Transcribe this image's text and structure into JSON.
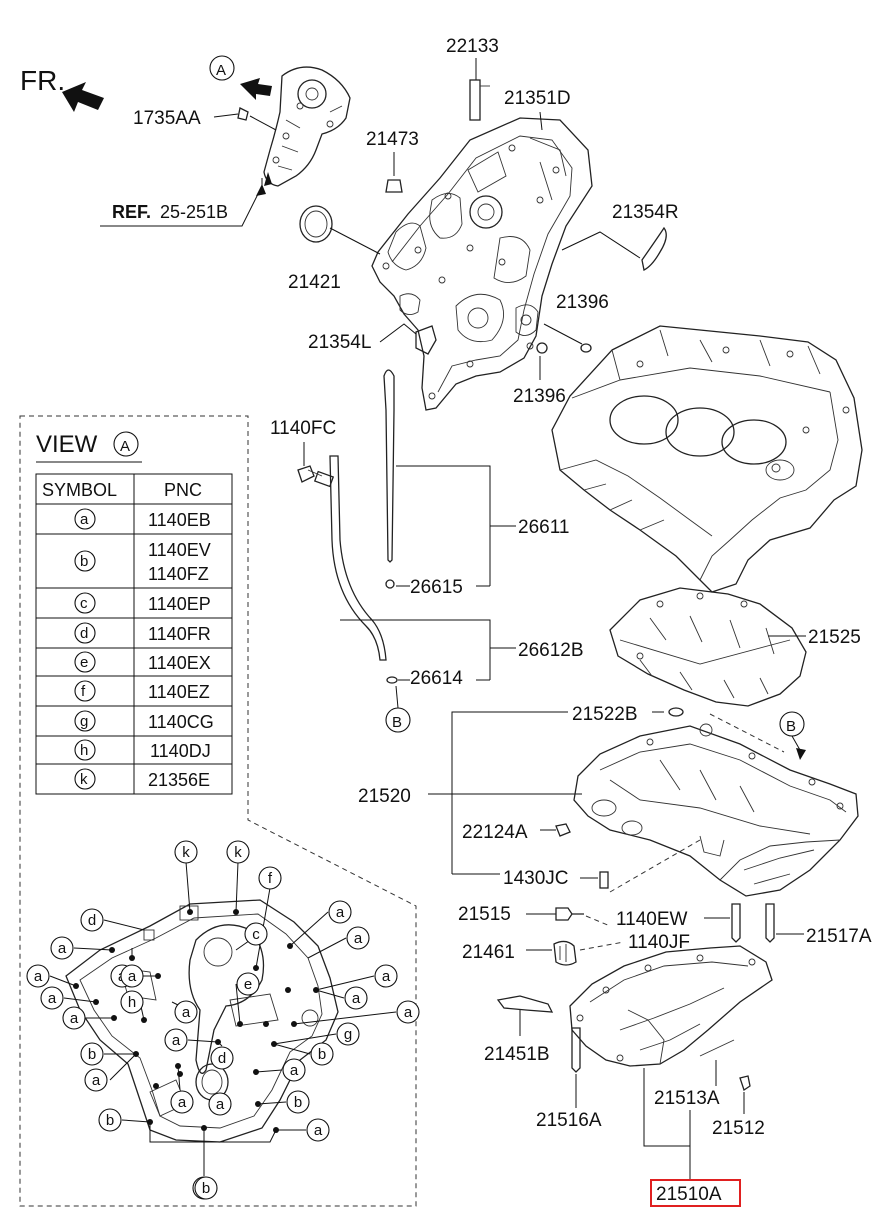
{
  "direction": {
    "label": "FR."
  },
  "view_markers": {
    "a_marker": "A",
    "b_marker_upper": "B",
    "b_marker_right": "B"
  },
  "ref": {
    "prefix": "REF.",
    "code": "25-251B"
  },
  "part_labels": {
    "p22133": "22133",
    "p21351D": "21351D",
    "p1735AA": "1735AA",
    "p21473": "21473",
    "p21354R": "21354R",
    "p21421": "21421",
    "p21396a": "21396",
    "p21354L": "21354L",
    "p21396b": "21396",
    "p1140FC": "1140FC",
    "p26611": "26611",
    "p26615": "26615",
    "p26612B": "26612B",
    "p26614": "26614",
    "p21525": "21525",
    "p21522B": "21522B",
    "p21520": "21520",
    "p22124A": "22124A",
    "p1430JC": "1430JC",
    "p21515": "21515",
    "p1140EW": "1140EW",
    "p21461": "21461",
    "p1140JF": "1140JF",
    "p21517A": "21517A",
    "p21451B": "21451B",
    "p21516A": "21516A",
    "p21513A": "21513A",
    "p21512": "21512",
    "p21510A": "21510A"
  },
  "highlight": {
    "part": "21510A",
    "color": "#e02020"
  },
  "view_a": {
    "title": "VIEW",
    "title_symbol": "A",
    "headers": {
      "symbol": "SYMBOL",
      "pnc": "PNC"
    },
    "rows": [
      {
        "symbol": "a",
        "pnc": "1140EB"
      },
      {
        "symbol": "b",
        "pnc": "1140EV",
        "pnc2": "1140FZ"
      },
      {
        "symbol": "c",
        "pnc": "1140EP"
      },
      {
        "symbol": "d",
        "pnc": "1140FR"
      },
      {
        "symbol": "e",
        "pnc": "1140EX"
      },
      {
        "symbol": "f",
        "pnc": "1140EZ"
      },
      {
        "symbol": "g",
        "pnc": "1140CG"
      },
      {
        "symbol": "h",
        "pnc": "1140DJ"
      },
      {
        "symbol": "k",
        "pnc": "21356E"
      }
    ]
  },
  "view_a_callouts": [
    "k",
    "k",
    "f",
    "d",
    "a",
    "a",
    "c",
    "a",
    "a",
    "a",
    "a",
    "a",
    "a",
    "e",
    "a",
    "a",
    "a",
    "h",
    "a",
    "a",
    "g",
    "b",
    "d",
    "b",
    "a",
    "a",
    "a",
    "b",
    "a",
    "b",
    "a",
    "a",
    "b"
  ]
}
